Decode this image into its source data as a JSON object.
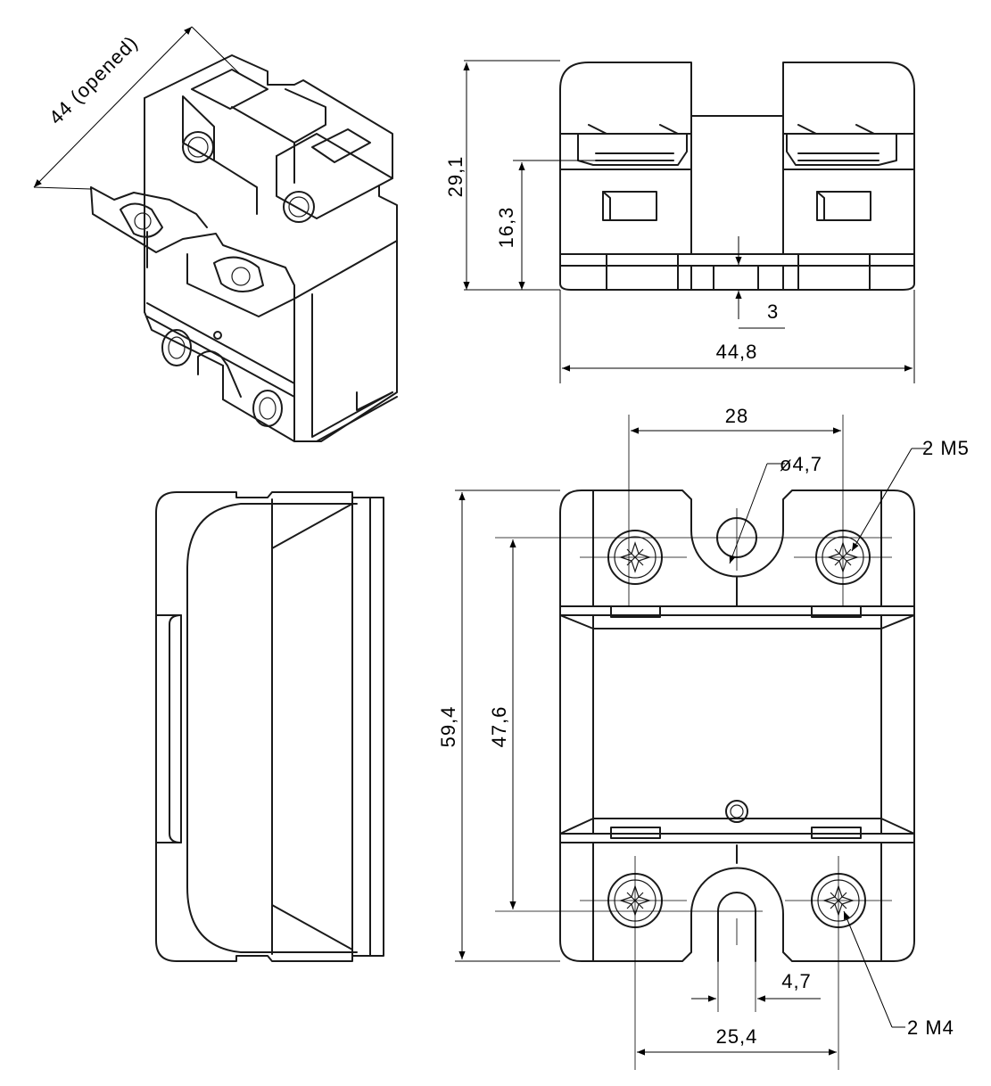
{
  "drawing": {
    "iso_view": {
      "opened_label": "44 (opened)"
    },
    "front_view": {
      "height_total": "29,1",
      "height_terminal": "16,3",
      "offset": "3",
      "width": "44,8"
    },
    "top_view": {
      "screw_spacing": "28",
      "hole_dia": "ø4,7",
      "top_screws": "2 M5",
      "height_total": "59,4",
      "height_holes": "47,6",
      "slot_width": "4,7",
      "bottom_spacing": "25,4",
      "bottom_screws": "2 M4"
    }
  },
  "colors": {
    "line": "#1a1a1a",
    "background": "#ffffff"
  }
}
